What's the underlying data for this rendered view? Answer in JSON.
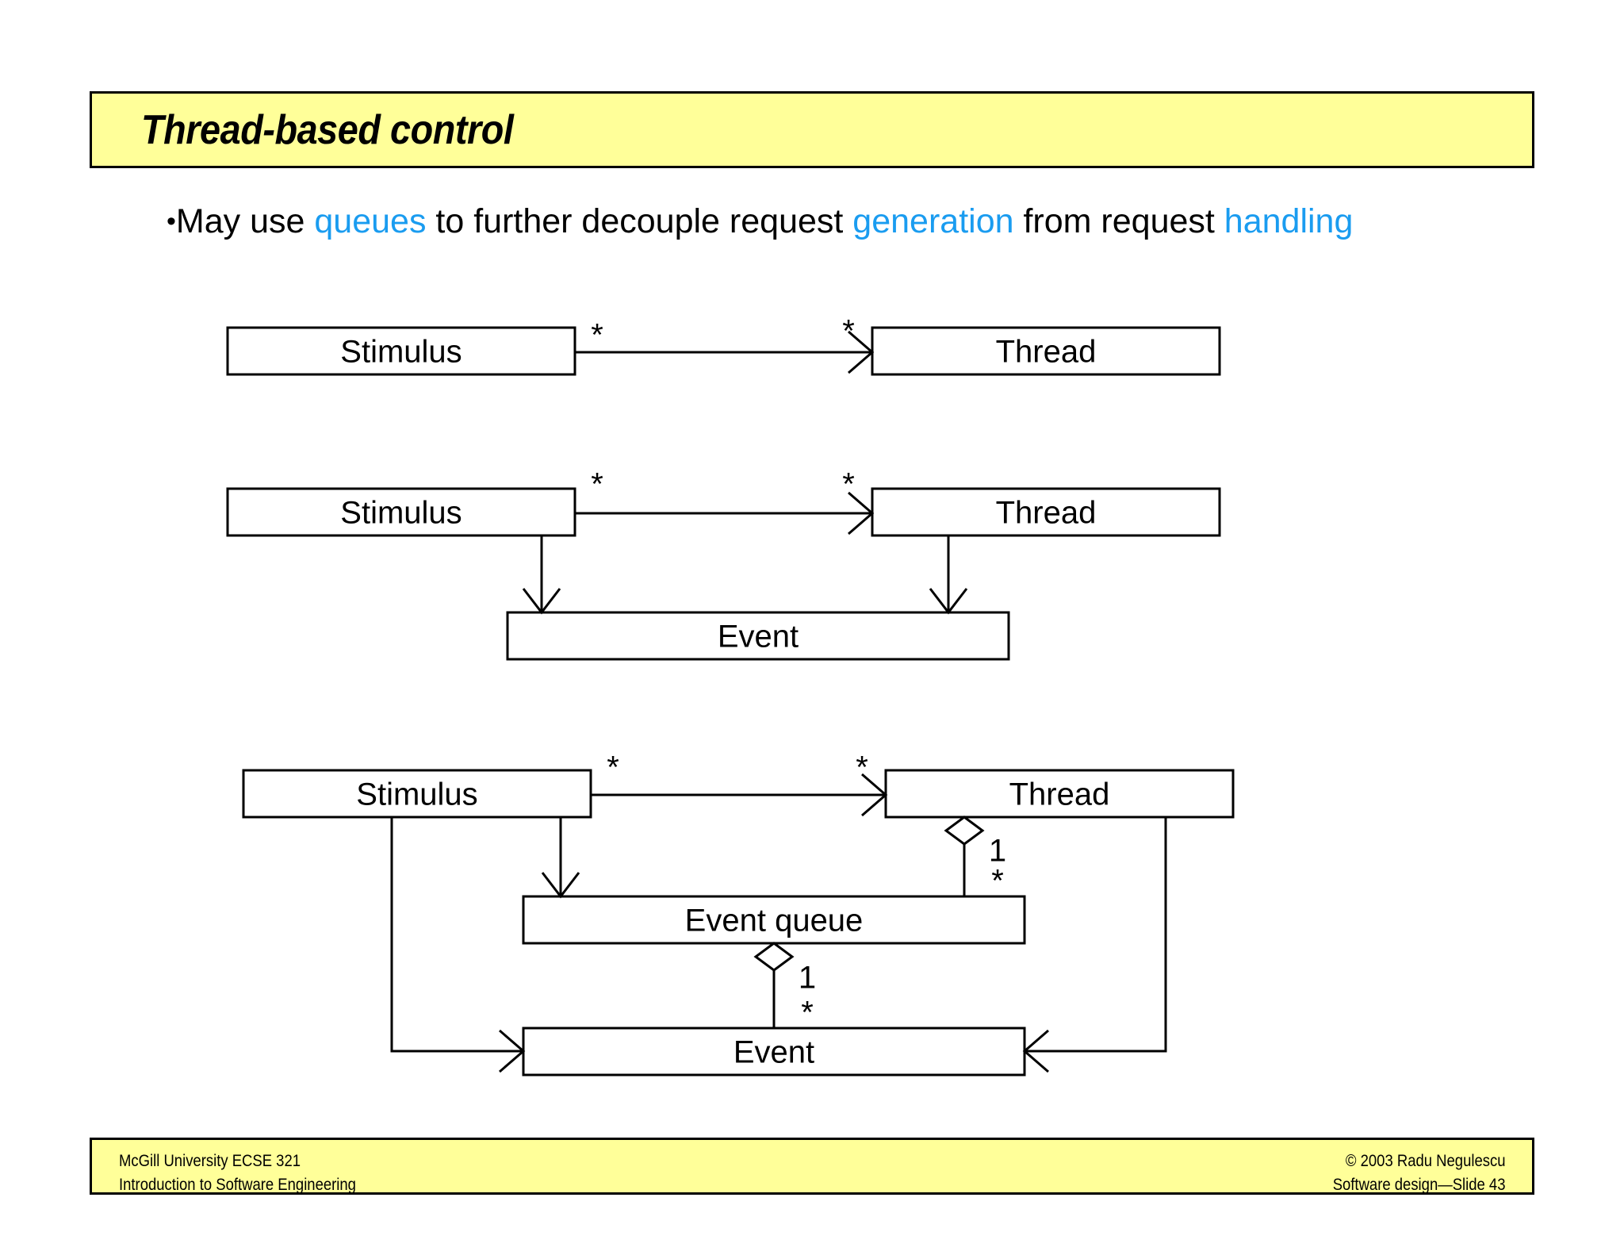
{
  "slide": {
    "title": "Thread-based control",
    "accent_yellow": "#ffff99",
    "highlight_blue": "#1a9cf0",
    "line_color": "#000000"
  },
  "body": {
    "bullet_marker": "•",
    "bullet": {
      "seg1": "May use ",
      "hl1": "queues",
      "seg2": " to further decouple request ",
      "hl2": "generation",
      "seg3": " from request ",
      "hl3": "handling"
    }
  },
  "diagrams": [
    {
      "id": "diagram-1",
      "boxes": [
        {
          "name": "stimulus",
          "label": "Stimulus"
        },
        {
          "name": "thread",
          "label": "Thread"
        }
      ],
      "multiplicities": [
        "*",
        "*"
      ]
    },
    {
      "id": "diagram-2",
      "boxes": [
        {
          "name": "stimulus",
          "label": "Stimulus"
        },
        {
          "name": "thread",
          "label": "Thread"
        },
        {
          "name": "event",
          "label": "Event"
        }
      ],
      "multiplicities": [
        "*",
        "*"
      ]
    },
    {
      "id": "diagram-3",
      "boxes": [
        {
          "name": "stimulus",
          "label": "Stimulus"
        },
        {
          "name": "thread",
          "label": "Thread"
        },
        {
          "name": "event-queue",
          "label": "Event queue"
        },
        {
          "name": "event",
          "label": "Event"
        }
      ],
      "multiplicities": {
        "stimulus_thread_src": "*",
        "stimulus_thread_dst": "*",
        "thread_queue_one": "1",
        "thread_queue_many": "*",
        "queue_event_one": "1",
        "queue_event_many": "*"
      }
    }
  ],
  "footer": {
    "left_line1": "McGill University ECSE 321",
    "left_line2": "Introduction to Software Engineering",
    "right_line1": "© 2003 Radu Negulescu",
    "right_line2": "Software design—Slide 43"
  }
}
